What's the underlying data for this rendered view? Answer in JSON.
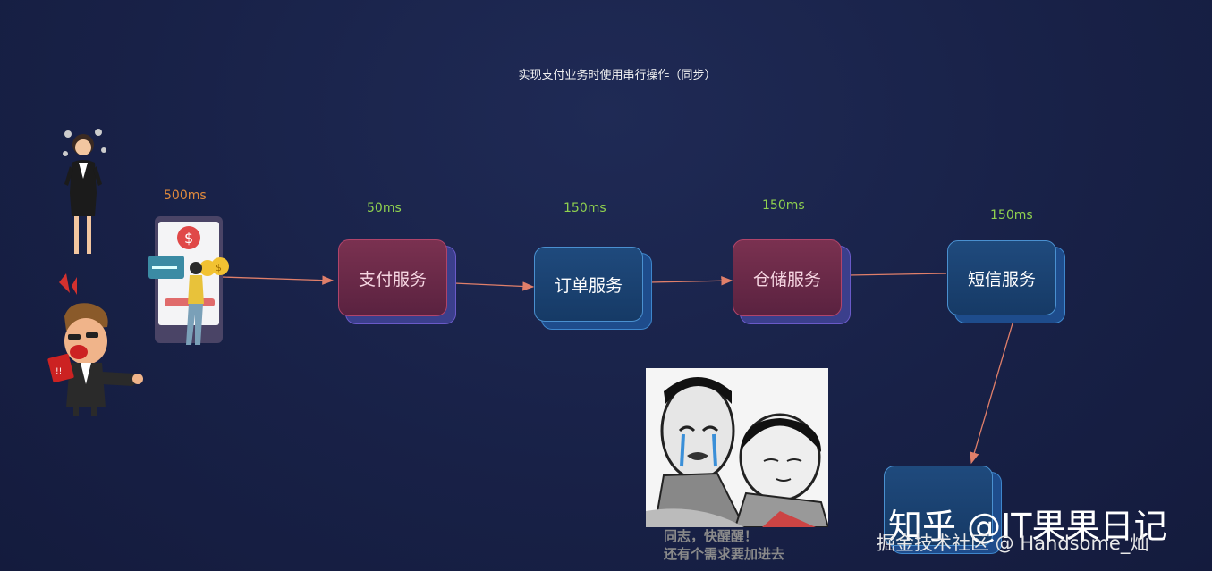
{
  "title": "实现支付业务时使用串行操作（同步）",
  "client_latency": "500ms",
  "services": [
    {
      "label": "支付服务",
      "latency": "50ms",
      "style": "red"
    },
    {
      "label": "订单服务",
      "latency": "150ms",
      "style": "blue"
    },
    {
      "label": "仓储服务",
      "latency": "150ms",
      "style": "red"
    },
    {
      "label": "短信服务",
      "latency": "150ms",
      "style": "blue"
    }
  ],
  "meme_caption": [
    "同志，快醒醒！",
    "还有个需求要加进去"
  ],
  "watermark": {
    "line1": "知乎 @IT果果日记",
    "line2": "掘金技术社区 @ Handsome_灿"
  },
  "colors": {
    "background": "#182147",
    "latency_green": "#8fd14f",
    "latency_orange": "#e08a3c",
    "arrow": "#e07f6a"
  },
  "icons": [
    "woman-figure-icon",
    "angry-man-icon",
    "phone-payment-icon",
    "dollar-coin-icon",
    "crying-meme-image"
  ]
}
